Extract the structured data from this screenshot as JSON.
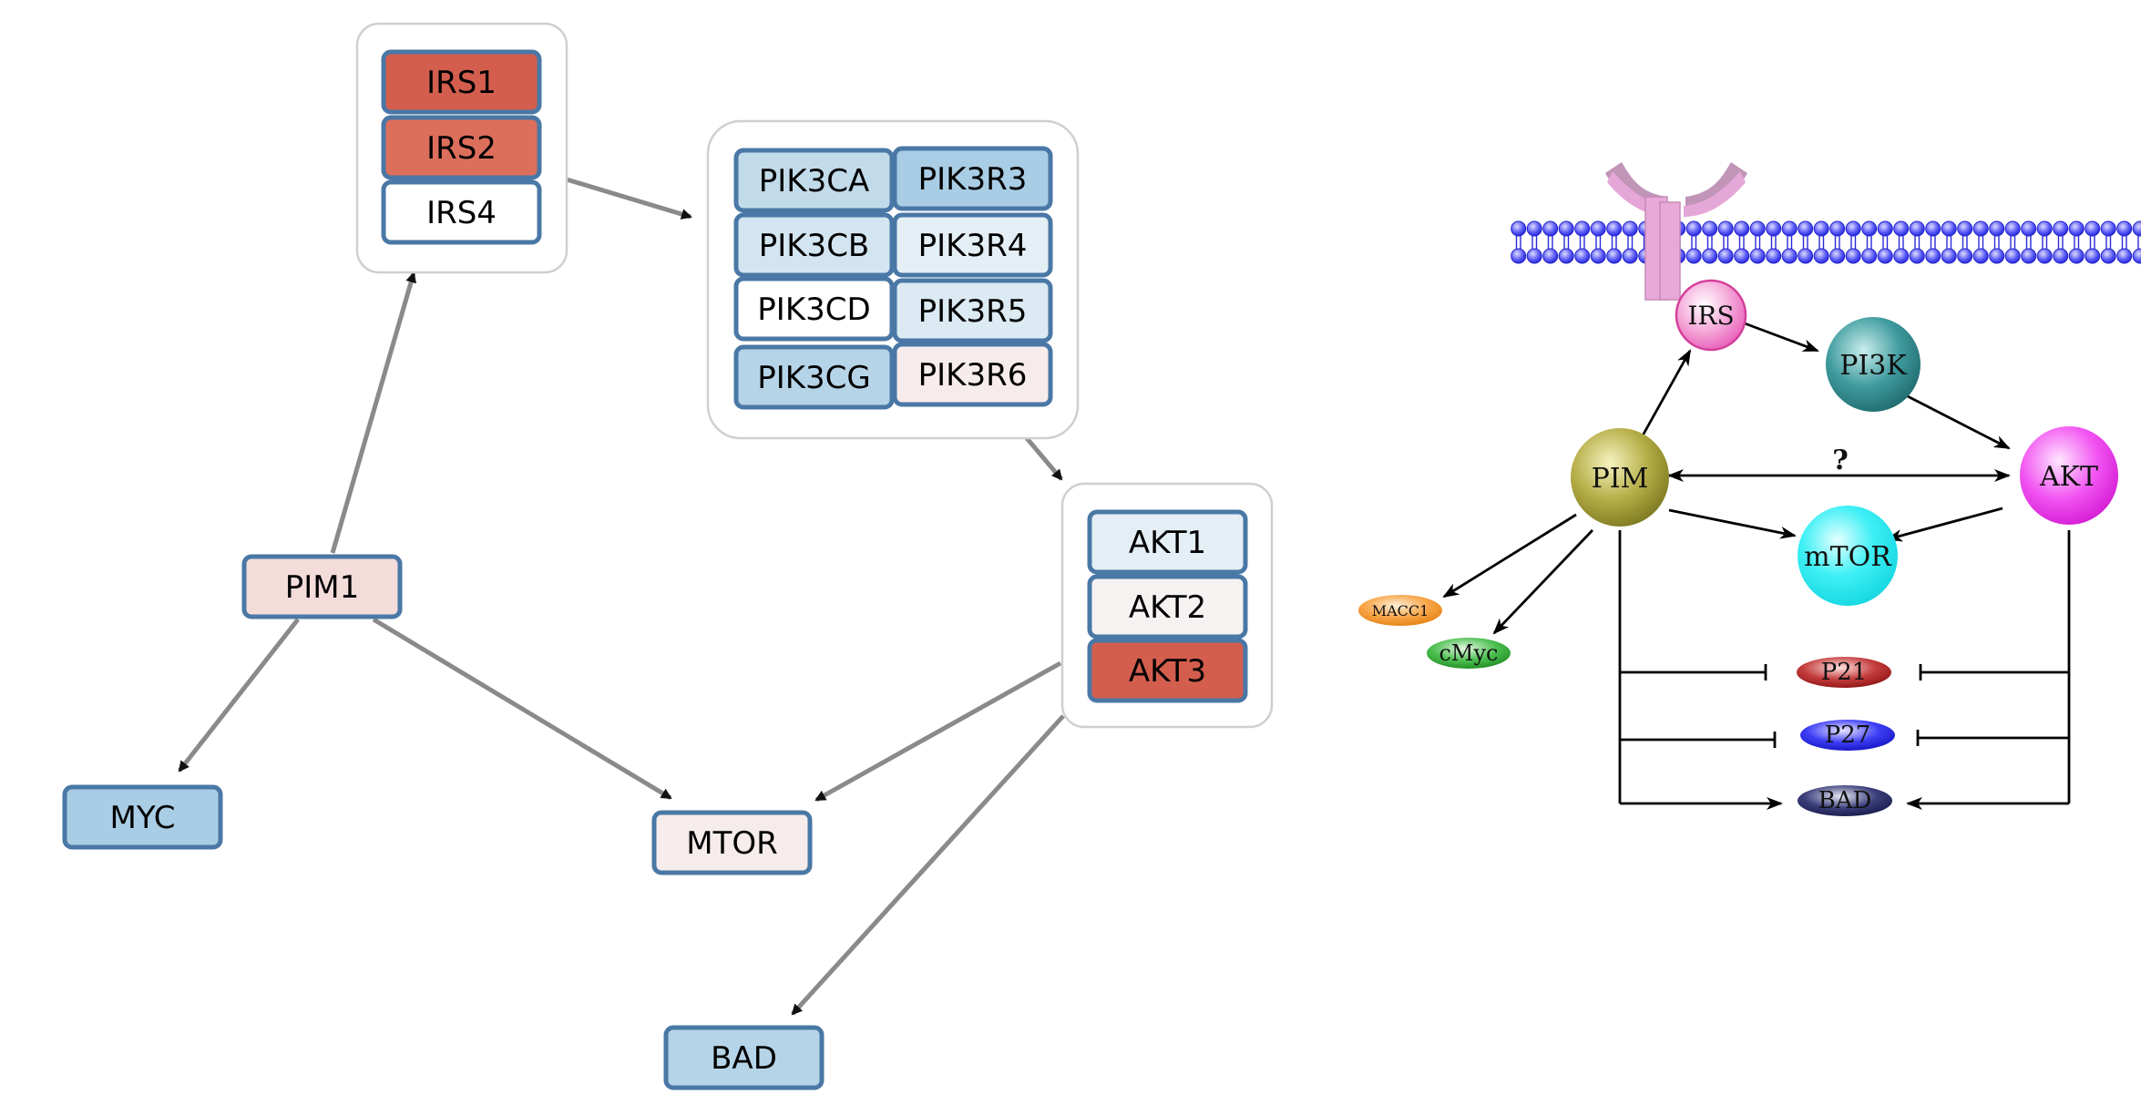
{
  "colors": {
    "dark_red": "#d35e4e",
    "mid_red": "#dc6e5c",
    "light_blue": "#a9cde4",
    "mid_blue": "#c2dbea",
    "pale_blue": "#e4eef5",
    "pale_pink": "#f3dcda",
    "very_pale_pink": "#f6eceb",
    "white": "#ffffff",
    "node_border": "#4a78a6",
    "edge_gray": "#8a8a8a"
  },
  "left_network": {
    "groups": {
      "irs": [
        "IRS1",
        "IRS2",
        "IRS4"
      ],
      "pik3": [
        "PIK3CA",
        "PIK3R3",
        "PIK3CB",
        "PIK3R4",
        "PIK3CD",
        "PIK3R5",
        "PIK3CG",
        "PIK3R6"
      ],
      "akt": [
        "AKT1",
        "AKT2",
        "AKT3"
      ]
    },
    "nodes": {
      "pim1": "PIM1",
      "myc": "MYC",
      "mtor": "MTOR",
      "bad": "BAD"
    }
  },
  "right_pathway": {
    "irs": "IRS",
    "pi3k": "PI3K",
    "pim": "PIM",
    "akt": "AKT",
    "mtor": "mTOR",
    "macc1": "MACC1",
    "cmyc": "cMyc",
    "p21": "P21",
    "p27": "P27",
    "bad": "BAD",
    "question": "?"
  }
}
